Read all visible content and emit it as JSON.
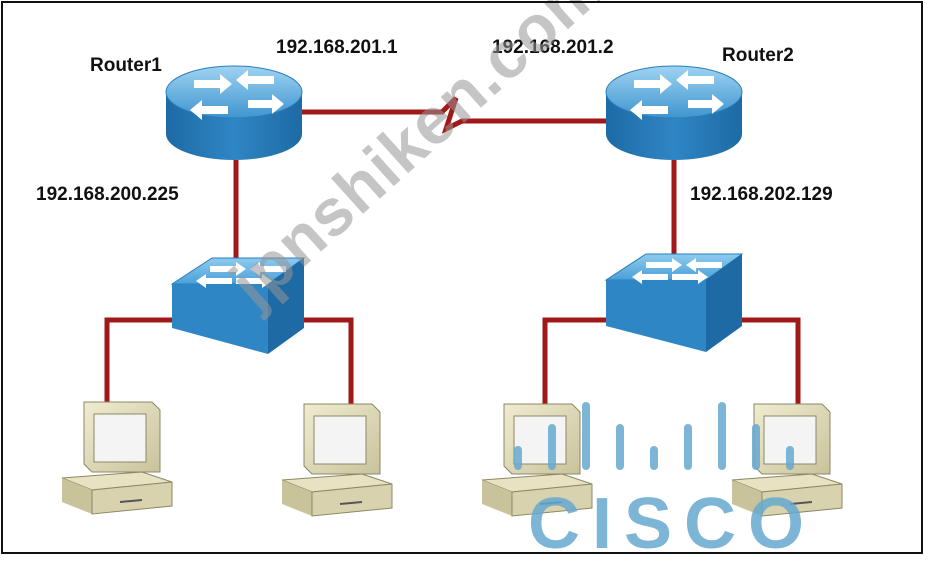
{
  "routers": [
    {
      "name": "Router1",
      "serial_ip": "192.168.201.1",
      "lan_ip": "192.168.200.225"
    },
    {
      "name": "Router2",
      "serial_ip": "192.168.201.2",
      "lan_ip": "192.168.202.129"
    }
  ],
  "watermark": "jpnshiken.com",
  "logo": {
    "text": "CISCO",
    "color": "#66a8d0"
  },
  "colors": {
    "link": "#a01818",
    "device_blue": "#3f9ad3",
    "pc_beige": "#ddd8b4"
  }
}
